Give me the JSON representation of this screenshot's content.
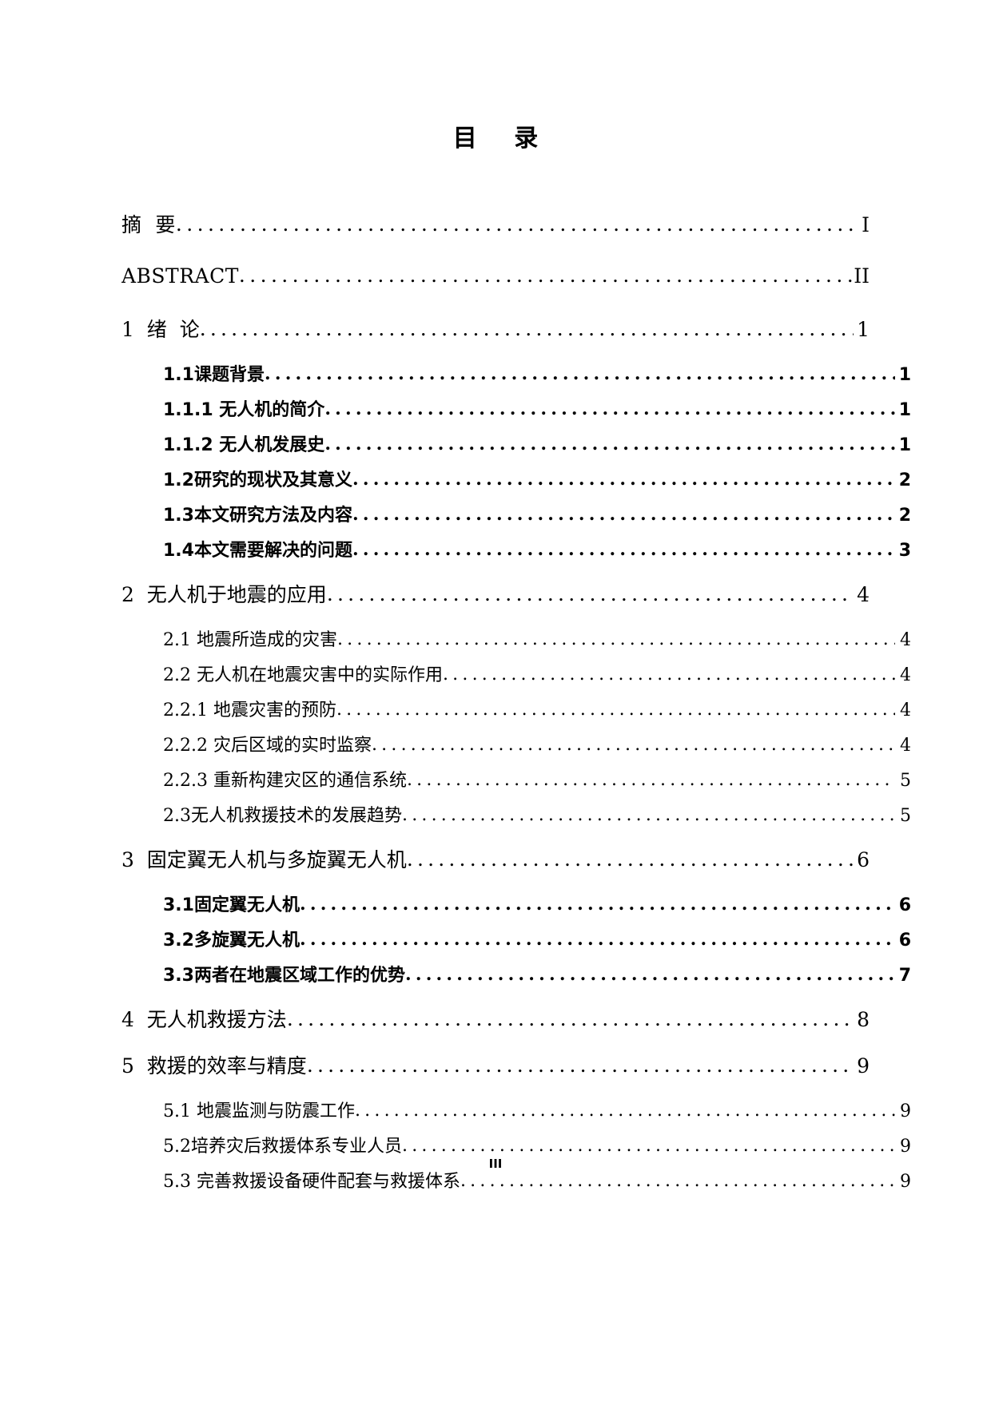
{
  "document": {
    "title": "目  录",
    "footer_page_label": "III",
    "text_color": "#000000",
    "background_color": "#ffffff"
  },
  "toc": {
    "entries": [
      {
        "label": "摘  要",
        "page": "I",
        "level": "front",
        "style": "serif"
      },
      {
        "label": "ABSTRACT",
        "page": "II",
        "level": "front",
        "style": "serif"
      },
      {
        "label": "1  绪  论",
        "page": "1",
        "level": "chapter",
        "style": "serif"
      },
      {
        "label": "1.1课题背景",
        "page": "1",
        "level": "sub",
        "style": "bold"
      },
      {
        "label": "1.1.1 无人机的简介",
        "page": "1",
        "level": "sub",
        "style": "bold"
      },
      {
        "label": "1.1.2 无人机发展史",
        "page": "1",
        "level": "sub",
        "style": "bold"
      },
      {
        "label": "1.2研究的现状及其意义",
        "page": "2",
        "level": "sub",
        "style": "bold"
      },
      {
        "label": "1.3本文研究方法及内容",
        "page": "2",
        "level": "sub",
        "style": "bold"
      },
      {
        "label": "1.4本文需要解决的问题",
        "page": "3",
        "level": "sub",
        "style": "bold"
      },
      {
        "label": "2  无人机于地震的应用",
        "page": "4",
        "level": "chapter",
        "style": "serif"
      },
      {
        "label": "2.1 地震所造成的灾害",
        "page": "4",
        "level": "sub",
        "style": "light"
      },
      {
        "label": "2.2 无人机在地震灾害中的实际作用",
        "page": "4",
        "level": "sub",
        "style": "light"
      },
      {
        "label": "2.2.1 地震灾害的预防",
        "page": "4",
        "level": "sub",
        "style": "light"
      },
      {
        "label": "2.2.2 灾后区域的实时监察",
        "page": "4",
        "level": "sub",
        "style": "light"
      },
      {
        "label": "2.2.3 重新构建灾区的通信系统",
        "page": "5",
        "level": "sub",
        "style": "light"
      },
      {
        "label": "2.3无人机救援技术的发展趋势",
        "page": "5",
        "level": "sub",
        "style": "light"
      },
      {
        "label": "3  固定翼无人机与多旋翼无人机",
        "page": "6",
        "level": "chapter",
        "style": "serif"
      },
      {
        "label": "3.1固定翼无人机",
        "page": "6",
        "level": "sub",
        "style": "bold"
      },
      {
        "label": "3.2多旋翼无人机",
        "page": "6",
        "level": "sub",
        "style": "bold"
      },
      {
        "label": "3.3两者在地震区域工作的优势",
        "page": "7",
        "level": "sub",
        "style": "bold"
      },
      {
        "label": "4  无人机救援方法",
        "page": "8",
        "level": "chapter",
        "style": "serif"
      },
      {
        "label": "5  救援的效率与精度",
        "page": "9",
        "level": "chapter",
        "style": "serif"
      },
      {
        "label": "5.1 地震监测与防震工作",
        "page": "9",
        "level": "sub",
        "style": "light"
      },
      {
        "label": "5.2培养灾后救援体系专业人员",
        "page": "9",
        "level": "sub",
        "style": "light"
      },
      {
        "label": "5.3 完善救援设备硬件配套与救援体系",
        "page": "9",
        "level": "sub",
        "style": "light"
      }
    ],
    "leader_character": "."
  }
}
